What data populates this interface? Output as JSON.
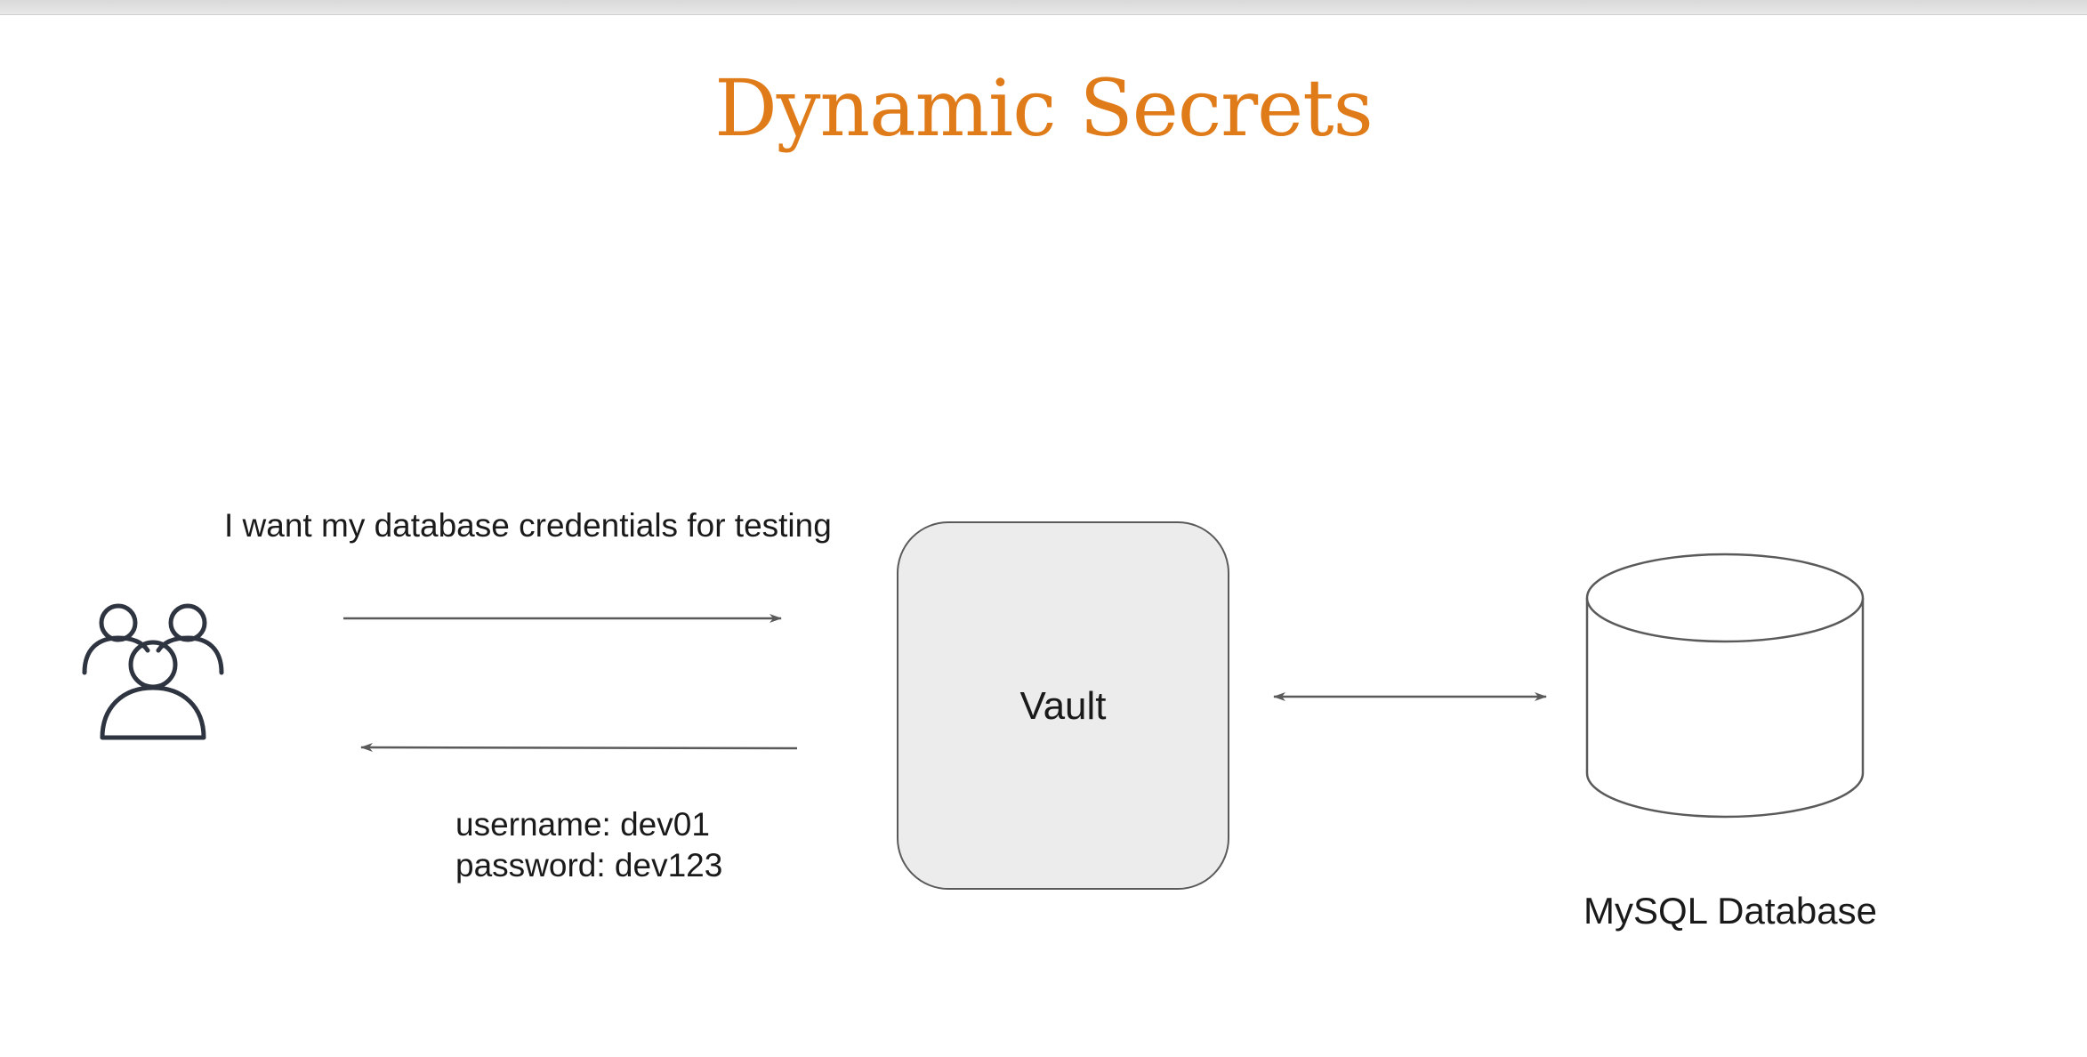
{
  "slide": {
    "title": "Dynamic Secrets"
  },
  "diagram": {
    "request_text": "I want my database credentials for testing",
    "response": {
      "username_line": "username: dev01",
      "password_line": "password: dev123"
    },
    "vault_label": "Vault",
    "database_label": "MySQL Database",
    "icons": {
      "users": "users-group-icon",
      "database": "database-cylinder-icon"
    },
    "colors": {
      "title": "#e07b1a",
      "vault_fill": "#ececec",
      "stroke": "#5a5a5a",
      "icon_stroke": "#2e3440"
    }
  }
}
